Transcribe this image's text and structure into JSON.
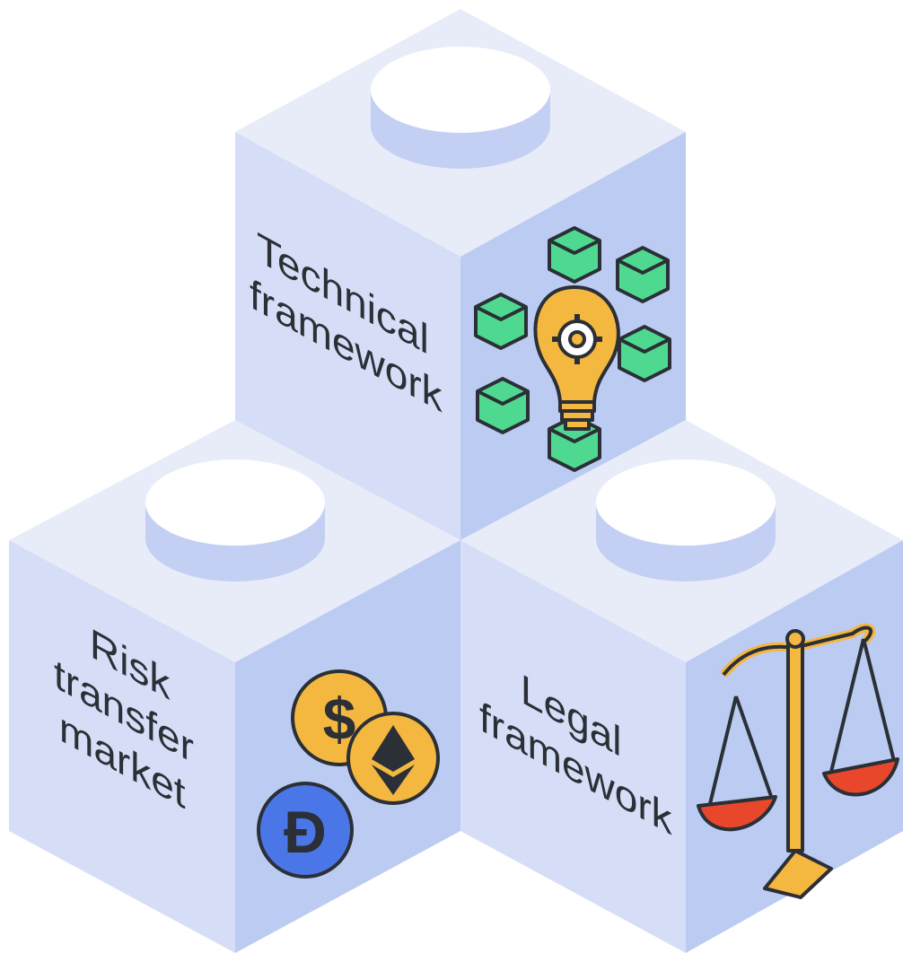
{
  "blocks": {
    "top": {
      "label_lines": [
        "Technical",
        "framework"
      ],
      "icon": "lightbulb-gear-with-blocks-icon"
    },
    "left": {
      "label_lines": [
        "Risk",
        "transfer",
        "market"
      ],
      "icon": "crypto-coins-icon"
    },
    "right": {
      "label_lines": [
        "Legal",
        "framework"
      ],
      "icon": "balance-scale-icon"
    }
  },
  "coins": {
    "dollar": "$",
    "ethereum": "♦",
    "dogecoin": "Ð"
  },
  "colors": {
    "top_face": "#e7ecf8",
    "left_face": "#d5def6",
    "right_face": "#bccbf2",
    "stud_top": "#ffffff",
    "stud_side": "#c3d0f3",
    "block_green": "#4ed890",
    "bulb_yellow": "#f4b740",
    "coin_blue": "#4a76e8",
    "scale_pan_red": "#e8472c",
    "outline": "#2b2f36"
  }
}
